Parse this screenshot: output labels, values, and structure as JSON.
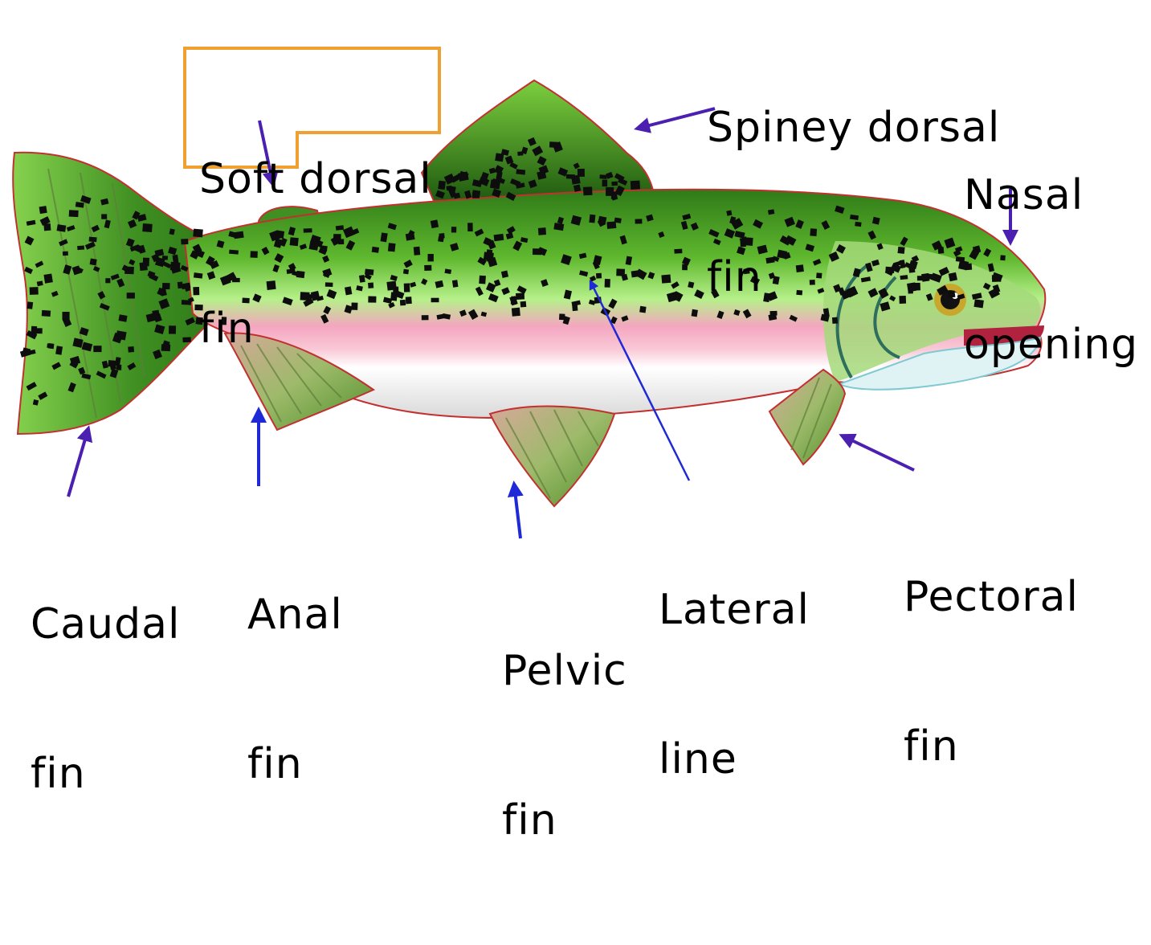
{
  "labels": {
    "soft_dorsal": [
      "Soft dorsal",
      "fin"
    ],
    "spiney_dorsal": [
      "Spiney dorsal",
      "fin"
    ],
    "nasal": [
      "Nasal",
      "opening"
    ],
    "caudal": [
      "Caudal",
      "fin"
    ],
    "anal": [
      "Anal",
      "fin"
    ],
    "pelvic": [
      "Pelvic",
      "fin"
    ],
    "lateral": [
      "Lateral",
      "line"
    ],
    "pectoral": [
      "Pectoral",
      "fin"
    ]
  },
  "colors": {
    "arrow": "#4b1fb0",
    "lateral_arrow": "#1f2ad6",
    "box_border": "#f0a030",
    "fish_back": "#3f8f22",
    "fish_mid": "#9be36a",
    "fish_stripe": "#f6a8c4",
    "fish_belly": "#ffffff",
    "spots": "#0d0d0d"
  }
}
